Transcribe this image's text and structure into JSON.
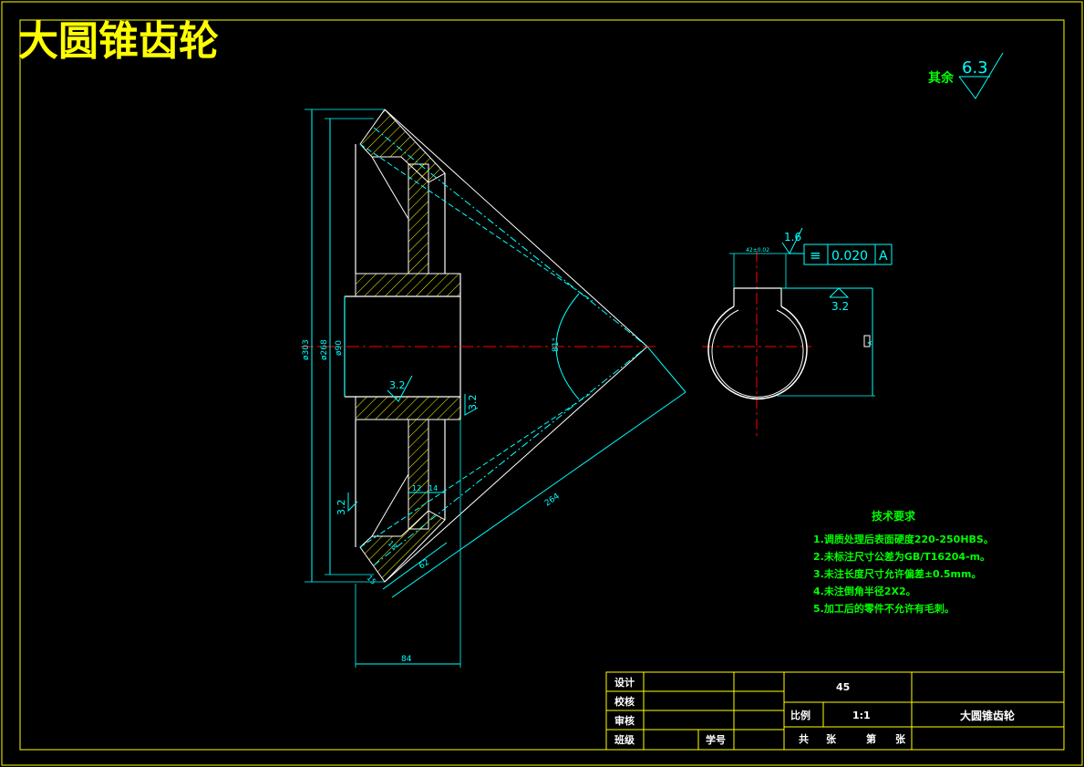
{
  "title": "大圆锥齿轮",
  "roughness_general": {
    "prefix": "其余",
    "value": "6.3"
  },
  "tolerance_frame": {
    "roughness": "1.6",
    "symbol": "≡",
    "value": "0.020",
    "datum": "A",
    "keyway_width": "42±0.02"
  },
  "roughness_bore": "3.2",
  "datum_marker": "A",
  "dims": {
    "outer_dia": "ø303",
    "pitch_dia": "ø268",
    "bore_dia": "ø90",
    "angle": "81°",
    "cone_len": "264",
    "face": "62",
    "d12": "12",
    "d14": "14",
    "d18": "18",
    "d15": "15",
    "width": "84",
    "r32a": "3.2",
    "r32b": "3.2",
    "r32c": "3.2"
  },
  "tech_req": {
    "heading": "技术要求",
    "items": [
      "1.调质处理后表面硬度220-250HBS。",
      "2.未标注尺寸公差为GB/T16204-m。",
      "3.未注长度尺寸允许偏差±0.5mm。",
      "4.未注倒角半径2X2。",
      "5.加工后的零件不允许有毛刺。"
    ]
  },
  "title_block": {
    "design": "设计",
    "check": "校核",
    "review": "审核",
    "class": "班级",
    "student_no": "学号",
    "material": "45",
    "scale_label": "比例",
    "scale": "1:1",
    "part_name": "大圆锥齿轮",
    "total_sheets": "共",
    "sheet_label": "张",
    "sheet_no": "第",
    "sheet_label2": "张"
  },
  "colors": {
    "border": "#ffff00",
    "outline": "#ffffff",
    "dimension": "#00ffff",
    "text": "#00ff00",
    "centerline": "#ff0000",
    "hatch": "#ffff00",
    "background": "#000000"
  }
}
